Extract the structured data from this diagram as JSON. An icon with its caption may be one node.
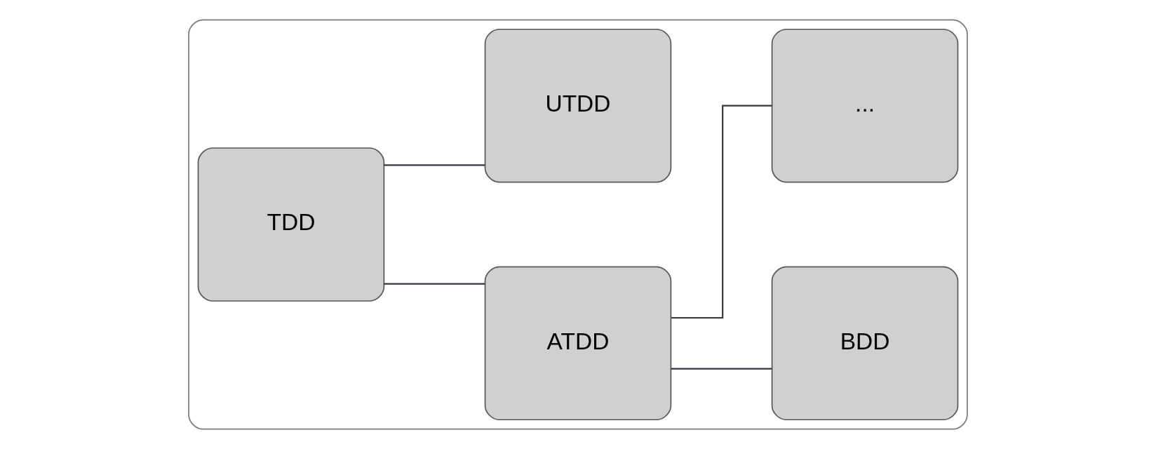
{
  "diagram": {
    "nodes": [
      {
        "text": [],
        "shape": "box"
      },
      {
        "text": [
          "TDD"
        ],
        "in": 0
      },
      {
        "text": [
          "ATDD"
        ],
        "in": 0
      },
      {
        "text": [
          "BDD"
        ],
        "in": 0
      },
      {
        "text": [
          "UTDD"
        ],
        "in": 0
      },
      {
        "text": [
          "..."
        ],
        "in": 0
      }
    ],
    "edges": [
      {
        "from": 1,
        "to": 2,
        "arrow": "none"
      },
      {
        "from": 1,
        "to": 4,
        "arrow": "none"
      },
      {
        "from": 2,
        "to": 3,
        "arrow": "none"
      },
      {
        "from": 2,
        "to": 5,
        "arrow": "none"
      }
    ]
  }
}
